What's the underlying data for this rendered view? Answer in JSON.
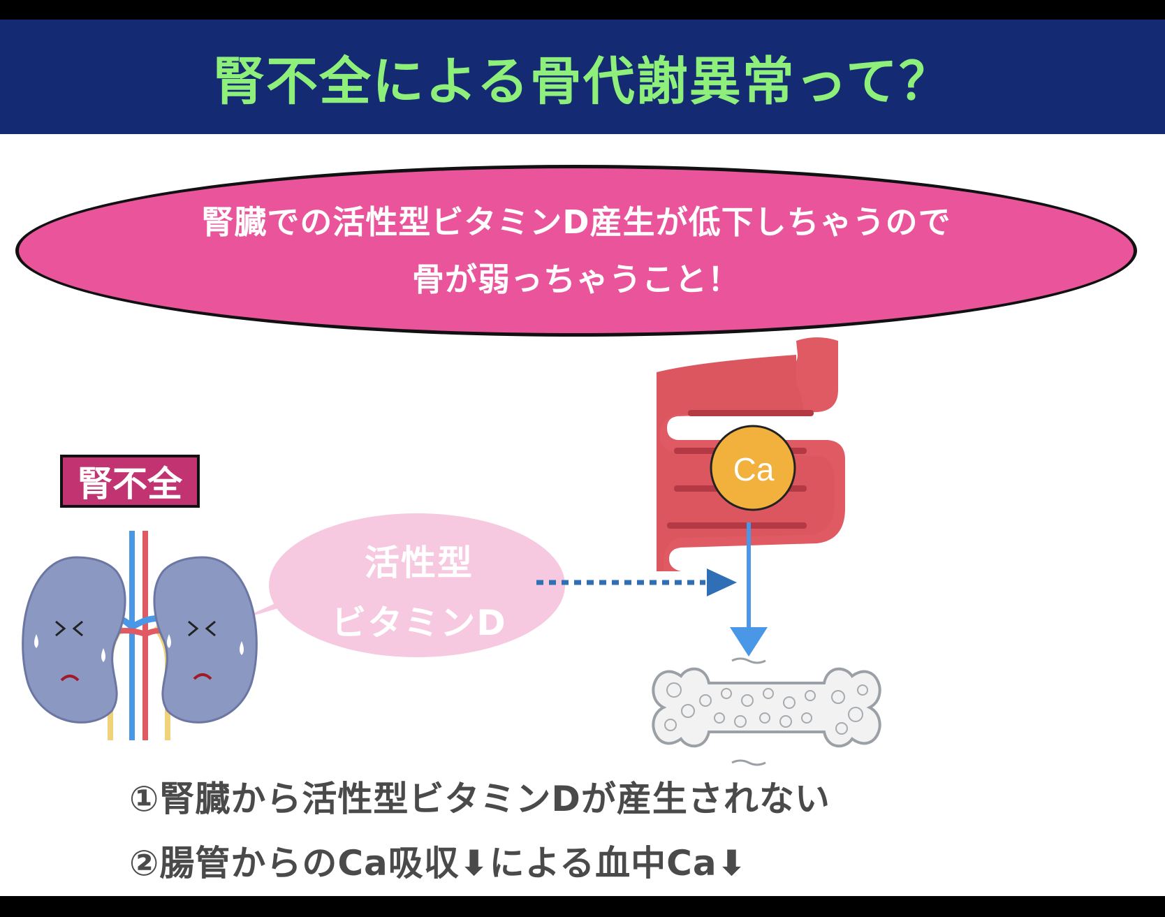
{
  "title": "腎不全による骨代謝異常って？",
  "bubble": {
    "line1": "腎臓での活性型ビタミンD産生が低下しちゃうので",
    "line2": "骨が弱っちゃうこと！"
  },
  "kidney_label": "腎不全",
  "vitamin_bubble": {
    "line1": "活性型",
    "line2": "ビタミンD"
  },
  "intestine_marker": "Ca",
  "notes": [
    "①腎臓から活性型ビタミンDが産生されない",
    "②腸管からのCa吸収⬇︎による血中Ca⬇︎"
  ],
  "colors": {
    "title_bg": "#142a72",
    "title_text": "#8ef07a",
    "bubble_bg": "#e9549b",
    "label_bg": "#c23372",
    "vitamin_bubble_bg": "#f6c9e0",
    "intestine": "#e05a63",
    "calcium": "#f2b13c",
    "arrow_dotted": "#2f6fb5",
    "arrow_solid": "#4a97e8",
    "kidney": "#8b98c2"
  },
  "icons": [
    "kidney-icon",
    "intestine-icon",
    "bone-icon",
    "calcium-icon"
  ]
}
